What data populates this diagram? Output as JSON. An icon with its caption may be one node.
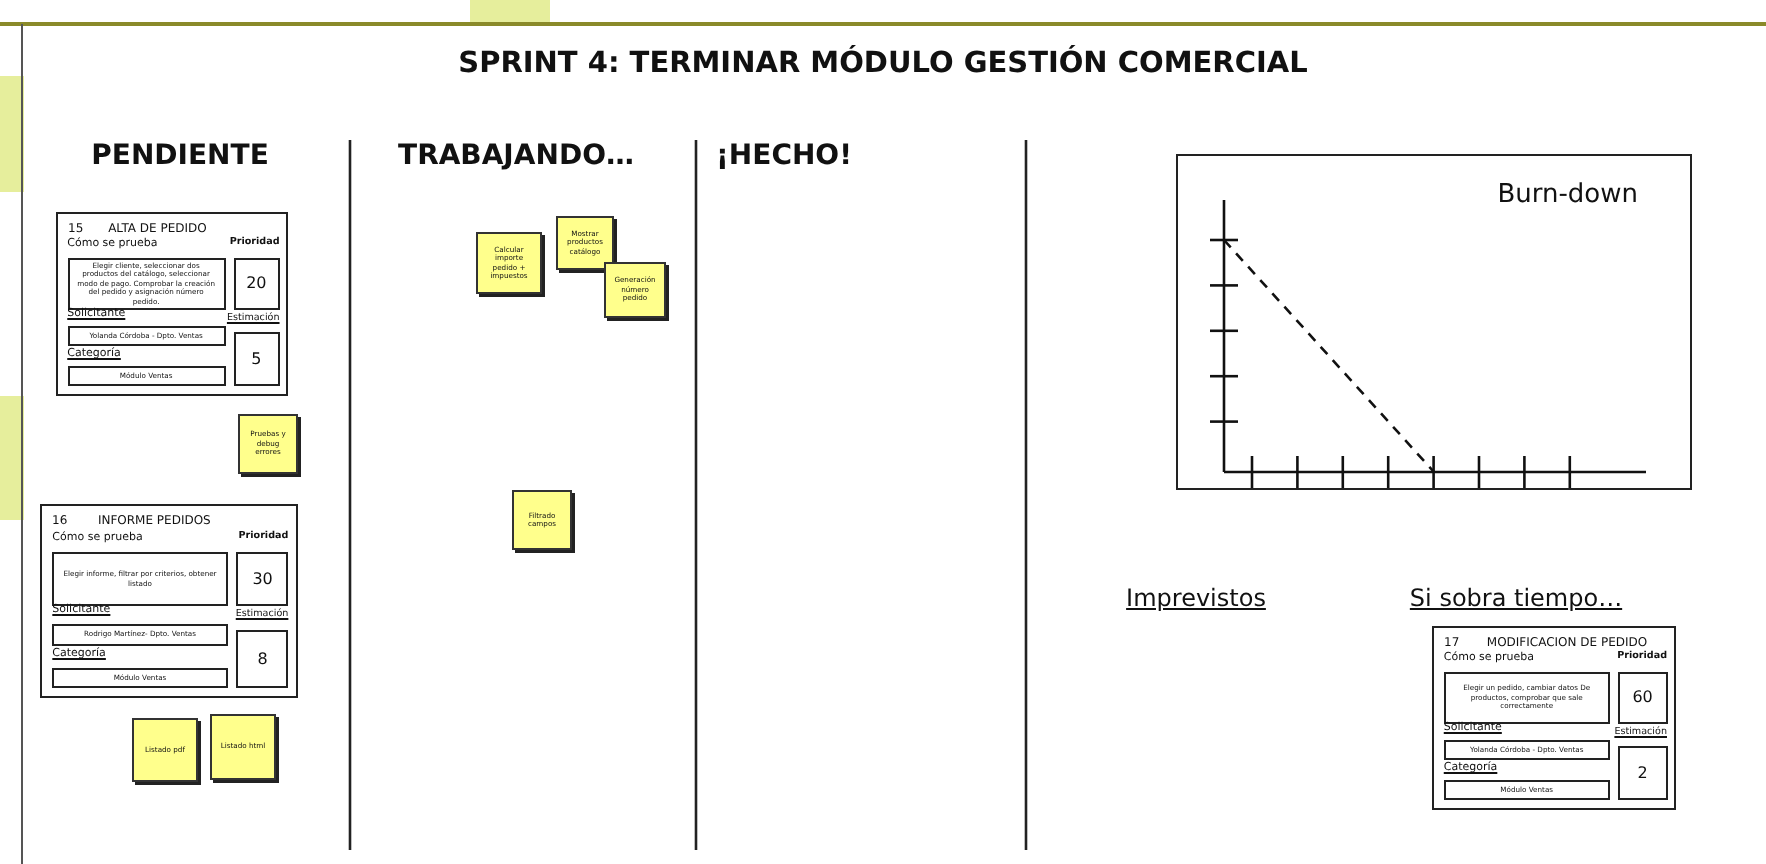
{
  "diagram": {
    "title": "SPRINT 4: TERMINAR MÓDULO GESTIÓN COMERCIAL",
    "nodes": [
      {
        "text": [
          "15",
          "ALTA DE PEDIDO"
        ]
      },
      {
        "text": [
          "Cómo se prueba",
          "Elegir cliente, seleccionar dos productos del catálogo, seleccionar modo de pago. Comprobar la creación del pedido y asignación número pedido."
        ],
        "in": 0
      },
      {
        "text": [
          "Prioridad",
          "20"
        ],
        "in": 0
      },
      {
        "text": [
          "Solicitante",
          "Yolanda Córdoba - Dpto. Ventas"
        ],
        "in": 0
      },
      {
        "text": [
          "Estimación",
          "5"
        ],
        "in": 0
      },
      {
        "text": [
          "Categoría",
          "Módulo Ventas"
        ],
        "in": 0
      },
      {
        "text": [
          "Calcular importe pedido + impuestos"
        ]
      },
      {
        "text": [
          "Mostrar productos catálogo"
        ]
      },
      {
        "text": [
          "Generación número pedido"
        ]
      },
      {
        "text": [
          "Pruebas y debug errores"
        ]
      },
      {
        "text": [
          "16",
          "INFORME PEDIDOS"
        ]
      },
      {
        "text": [
          "Cómo se prueba",
          "Elegir informe, filtrar por criterios, obtener listado"
        ],
        "in": 10
      },
      {
        "text": [
          "Prioridad",
          "30"
        ],
        "in": 10
      },
      {
        "text": [
          "Solicitante",
          "Rodrigo Martínez- Dpto. Ventas"
        ],
        "in": 10
      },
      {
        "text": [
          "Estimación",
          "8"
        ],
        "in": 10
      },
      {
        "text": [
          "Categoría",
          "Módulo Ventas"
        ],
        "in": 10
      },
      {
        "text": [
          "Filtrado campos"
        ]
      },
      {
        "text": [
          "Listado pdf"
        ]
      },
      {
        "text": [
          "Listado html"
        ]
      },
      {
        "text": [
          "Burn-down"
        ]
      },
      {
        "text": [
          "17",
          "MODIFICACION DE PEDIDO"
        ]
      },
      {
        "text": [
          "Cómo se prueba",
          "Elegir un pedido, cambiar datos De productos, comprobar que sale correctamente"
        ],
        "in": 20
      },
      {
        "text": [
          "Prioridad",
          "60"
        ],
        "in": 20
      },
      {
        "text": [
          "Solicitante",
          "Yolanda Córdoba - Dpto. Ventas"
        ],
        "in": 20
      },
      {
        "text": [
          "Estimación",
          "2"
        ],
        "in": 20
      },
      {
        "text": [
          "Categoría",
          "Módulo Ventas"
        ],
        "in": 20
      }
    ],
    "labels": [
      "PENDIENTE",
      "TRABAJANDO…",
      "¡HECHO!",
      "Imprevistos",
      "Si sobra tiempo…"
    ]
  }
}
